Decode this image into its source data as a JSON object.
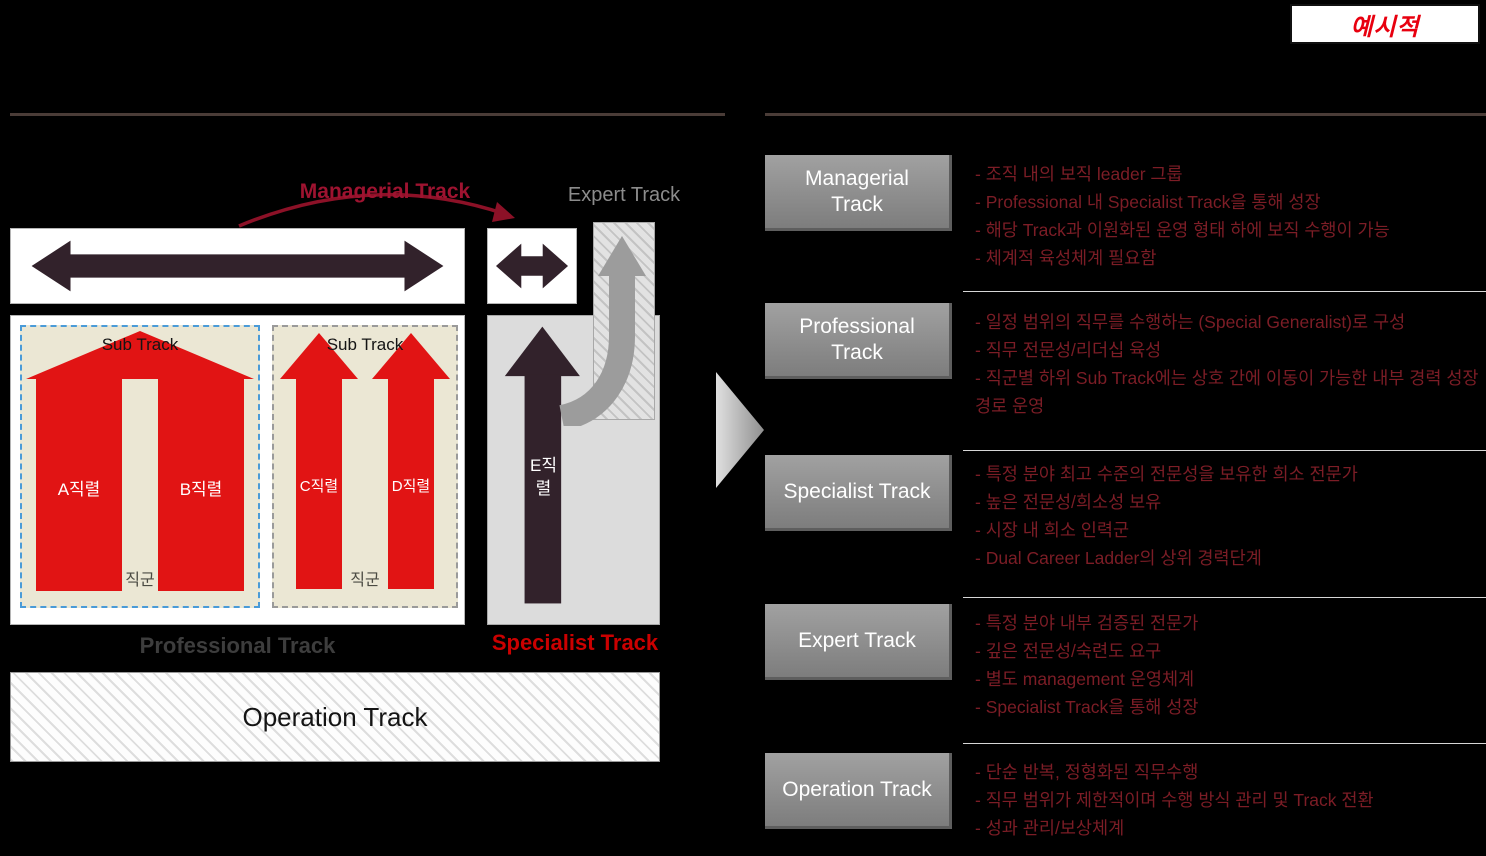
{
  "badge": {
    "label": "예시적"
  },
  "diagram": {
    "managerial_track_label": "Managerial Track",
    "expert_track_label": "Expert Track",
    "professional_track_label": "Professional Track",
    "specialist_track_label": "Specialist Track",
    "operation_track_label": "Operation Track",
    "sub_track_left": {
      "title": "Sub Track",
      "col_a": "A직렬",
      "col_b": "B직렬",
      "group_label": "직군"
    },
    "sub_track_right": {
      "title": "Sub Track",
      "col_c": "C직렬",
      "col_d": "D직렬",
      "group_label": "직군"
    },
    "specialist_column_label": "E직렬"
  },
  "right_panel": {
    "sections": [
      {
        "title": "Managerial Track",
        "bullets": [
          "- 조직 내의 보직 leader 그룹",
          "- Professional 내 Specialist Track을 통해 성장",
          "- 해당 Track과 이원화된 운영 형태 하에 보직 수행이 가능",
          "- 체계적 육성체계 필요함"
        ]
      },
      {
        "title": "Professional Track",
        "bullets": [
          "- 일정 범위의 직무를 수행하는 (Special Generalist)로 구성",
          "- 직무 전문성/리더십 육성",
          "- 직군별 하위 Sub Track에는 상호 간에 이동이 가능한 내부 경력 성장 경로 운영"
        ]
      },
      {
        "title": "Specialist Track",
        "bullets": [
          "- 특정 분야 최고 수준의 전문성을 보유한 희소 전문가",
          "- 높은 전문성/희소성 보유",
          "- 시장 내 희소 인력군",
          "- Dual Career Ladder의 상위 경력단계"
        ]
      },
      {
        "title": "Expert Track",
        "bullets": [
          "- 특정 분야 내부 검증된 전문가",
          "- 깊은 전문성/숙련도 요구",
          "- 별도 management 운영체계",
          "- Specialist Track을 통해 성장"
        ]
      },
      {
        "title": "Operation Track",
        "bullets": [
          "- 단순 반복, 정형화된 직무수행",
          "- 직무 범위가 제한적이며 수행 방식 관리 및 Track 전환",
          "- 성과 관리/보상체계"
        ]
      }
    ]
  },
  "colors": {
    "background": "#000000",
    "arrow_red": "#e11414",
    "dark_maroon_arrow": "#32222b",
    "managerial_label_red": "#9e1330",
    "specialist_label_red": "#cb0000",
    "bullet_text": "#7c1d26",
    "track_box_gray": "#8f8f8f",
    "sub_track_beige": "#ebe7d4",
    "dashed_blue_border": "#4a9bd8"
  }
}
